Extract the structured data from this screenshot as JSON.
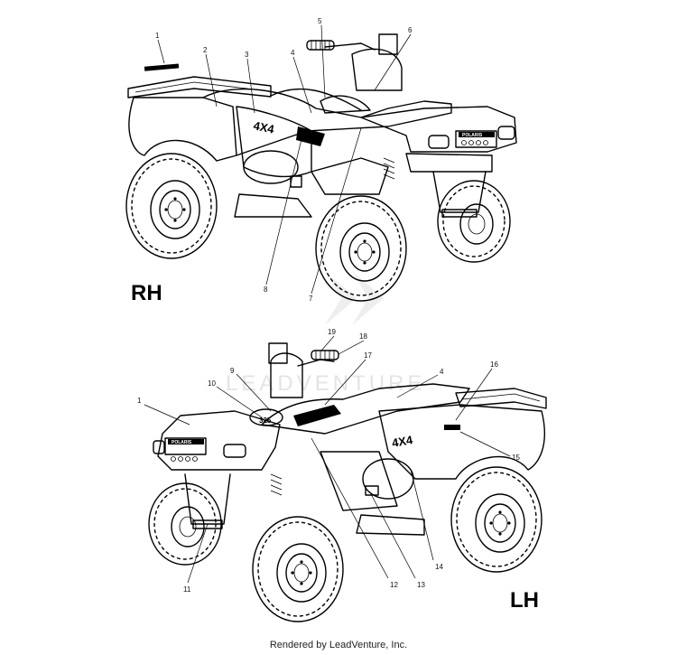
{
  "footer": "Rendered by LeadVenture, Inc.",
  "watermark": "LEADVENTURE",
  "views": {
    "rh": {
      "label": "RH",
      "callouts": [
        "1",
        "2",
        "3",
        "4",
        "5",
        "6",
        "7",
        "8"
      ]
    },
    "lh": {
      "label": "LH",
      "callouts": [
        "1",
        "4",
        "9",
        "10",
        "11",
        "12",
        "13",
        "14",
        "15",
        "16",
        "17",
        "18",
        "19"
      ]
    }
  },
  "decals": {
    "four_by_four": "4X4",
    "brand": "POLARIS",
    "model": "325"
  }
}
